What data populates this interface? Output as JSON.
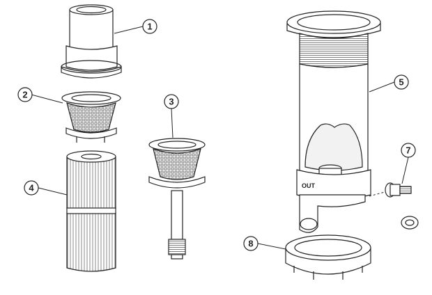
{
  "callouts": [
    {
      "id": "1",
      "label": "1"
    },
    {
      "id": "2",
      "label": "2"
    },
    {
      "id": "3",
      "label": "3"
    },
    {
      "id": "4",
      "label": "4"
    },
    {
      "id": "5",
      "label": "5"
    },
    {
      "id": "7",
      "label": "7"
    },
    {
      "id": "8",
      "label": "8"
    }
  ],
  "housing_marking": "OUT",
  "colors": {
    "line": "#222222",
    "fill": "#ffffff",
    "shade": "#e8e8e8"
  }
}
